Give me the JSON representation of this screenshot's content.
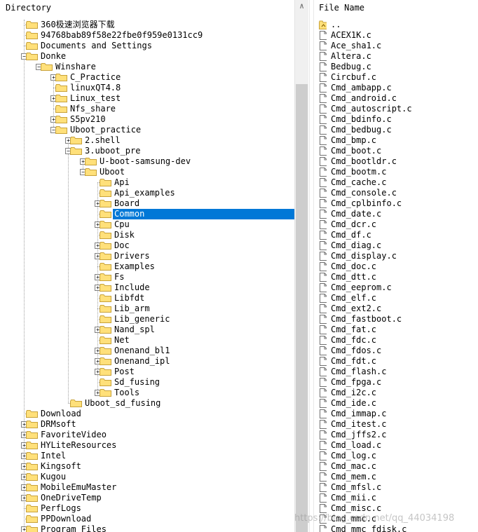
{
  "directory_pane": {
    "title": "Directory",
    "tree": [
      {
        "label": "360极速浏览器下载",
        "depth": 0,
        "toggle": "none"
      },
      {
        "label": "94768bab89f58e22fbe0f959e0131cc9",
        "depth": 0,
        "toggle": "none"
      },
      {
        "label": "Documents and Settings",
        "depth": 0,
        "toggle": "none"
      },
      {
        "label": "Donke",
        "depth": 0,
        "toggle": "minus"
      },
      {
        "label": "Winshare",
        "depth": 1,
        "toggle": "minus"
      },
      {
        "label": "C_Practice",
        "depth": 2,
        "toggle": "plus"
      },
      {
        "label": "linuxQT4.8",
        "depth": 2,
        "toggle": "none"
      },
      {
        "label": "Linux_test",
        "depth": 2,
        "toggle": "plus"
      },
      {
        "label": "Nfs_share",
        "depth": 2,
        "toggle": "none"
      },
      {
        "label": "S5pv210",
        "depth": 2,
        "toggle": "plus"
      },
      {
        "label": "Uboot_practice",
        "depth": 2,
        "toggle": "minus"
      },
      {
        "label": "2.shell",
        "depth": 3,
        "toggle": "plus"
      },
      {
        "label": "3.uboot_pre",
        "depth": 3,
        "toggle": "minus"
      },
      {
        "label": "U-boot-samsung-dev",
        "depth": 4,
        "toggle": "plus"
      },
      {
        "label": "Uboot",
        "depth": 4,
        "toggle": "minus"
      },
      {
        "label": "Api",
        "depth": 5,
        "toggle": "none"
      },
      {
        "label": "Api_examples",
        "depth": 5,
        "toggle": "none"
      },
      {
        "label": "Board",
        "depth": 5,
        "toggle": "plus"
      },
      {
        "label": "Common",
        "depth": 5,
        "toggle": "none",
        "selected": true
      },
      {
        "label": "Cpu",
        "depth": 5,
        "toggle": "plus"
      },
      {
        "label": "Disk",
        "depth": 5,
        "toggle": "none"
      },
      {
        "label": "Doc",
        "depth": 5,
        "toggle": "plus"
      },
      {
        "label": "Drivers",
        "depth": 5,
        "toggle": "plus"
      },
      {
        "label": "Examples",
        "depth": 5,
        "toggle": "none"
      },
      {
        "label": "Fs",
        "depth": 5,
        "toggle": "plus"
      },
      {
        "label": "Include",
        "depth": 5,
        "toggle": "plus"
      },
      {
        "label": "Libfdt",
        "depth": 5,
        "toggle": "none"
      },
      {
        "label": "Lib_arm",
        "depth": 5,
        "toggle": "none"
      },
      {
        "label": "Lib_generic",
        "depth": 5,
        "toggle": "none"
      },
      {
        "label": "Nand_spl",
        "depth": 5,
        "toggle": "plus"
      },
      {
        "label": "Net",
        "depth": 5,
        "toggle": "none"
      },
      {
        "label": "Onenand_bl1",
        "depth": 5,
        "toggle": "plus"
      },
      {
        "label": "Onenand_ipl",
        "depth": 5,
        "toggle": "plus"
      },
      {
        "label": "Post",
        "depth": 5,
        "toggle": "plus"
      },
      {
        "label": "Sd_fusing",
        "depth": 5,
        "toggle": "none"
      },
      {
        "label": "Tools",
        "depth": 5,
        "toggle": "plus"
      },
      {
        "label": "Uboot_sd_fusing",
        "depth": 3,
        "toggle": "none"
      },
      {
        "label": "Download",
        "depth": 0,
        "toggle": "none"
      },
      {
        "label": "DRMsoft",
        "depth": 0,
        "toggle": "plus"
      },
      {
        "label": "FavoriteVideo",
        "depth": 0,
        "toggle": "plus"
      },
      {
        "label": "HYLiteResources",
        "depth": 0,
        "toggle": "plus"
      },
      {
        "label": "Intel",
        "depth": 0,
        "toggle": "plus"
      },
      {
        "label": "Kingsoft",
        "depth": 0,
        "toggle": "plus"
      },
      {
        "label": "Kugou",
        "depth": 0,
        "toggle": "plus"
      },
      {
        "label": "MobileEmuMaster",
        "depth": 0,
        "toggle": "plus"
      },
      {
        "label": "OneDriveTemp",
        "depth": 0,
        "toggle": "plus"
      },
      {
        "label": "PerfLogs",
        "depth": 0,
        "toggle": "none"
      },
      {
        "label": "PPDownload",
        "depth": 0,
        "toggle": "none"
      },
      {
        "label": "Program Files",
        "depth": 0,
        "toggle": "plus"
      }
    ]
  },
  "file_pane": {
    "title": "File Name",
    "parent_entry": "..",
    "files": [
      "ACEX1K.c",
      "Ace_sha1.c",
      "Altera.c",
      "Bedbug.c",
      "Circbuf.c",
      "Cmd_ambapp.c",
      "Cmd_android.c",
      "Cmd_autoscript.c",
      "Cmd_bdinfo.c",
      "Cmd_bedbug.c",
      "Cmd_bmp.c",
      "Cmd_boot.c",
      "Cmd_bootldr.c",
      "Cmd_bootm.c",
      "Cmd_cache.c",
      "Cmd_console.c",
      "Cmd_cplbinfo.c",
      "Cmd_date.c",
      "Cmd_dcr.c",
      "Cmd_df.c",
      "Cmd_diag.c",
      "Cmd_display.c",
      "Cmd_doc.c",
      "Cmd_dtt.c",
      "Cmd_eeprom.c",
      "Cmd_elf.c",
      "Cmd_ext2.c",
      "Cmd_fastboot.c",
      "Cmd_fat.c",
      "Cmd_fdc.c",
      "Cmd_fdos.c",
      "Cmd_fdt.c",
      "Cmd_flash.c",
      "Cmd_fpga.c",
      "Cmd_i2c.c",
      "Cmd_ide.c",
      "Cmd_immap.c",
      "Cmd_itest.c",
      "Cmd_jffs2.c",
      "Cmd_load.c",
      "Cmd_log.c",
      "Cmd_mac.c",
      "Cmd_mem.c",
      "Cmd_mfsl.c",
      "Cmd_mii.c",
      "Cmd_misc.c",
      "Cmd_mmc.c",
      "Cmd_mmc_fdisk.c"
    ]
  },
  "scrollbar": {
    "up_arrow": "∧"
  },
  "watermark": "https://blog.csdn.net/qq_44034198",
  "colors": {
    "selection": "#0078d7",
    "folder_fill": "#ffe07a",
    "folder_stroke": "#c8a23a"
  }
}
